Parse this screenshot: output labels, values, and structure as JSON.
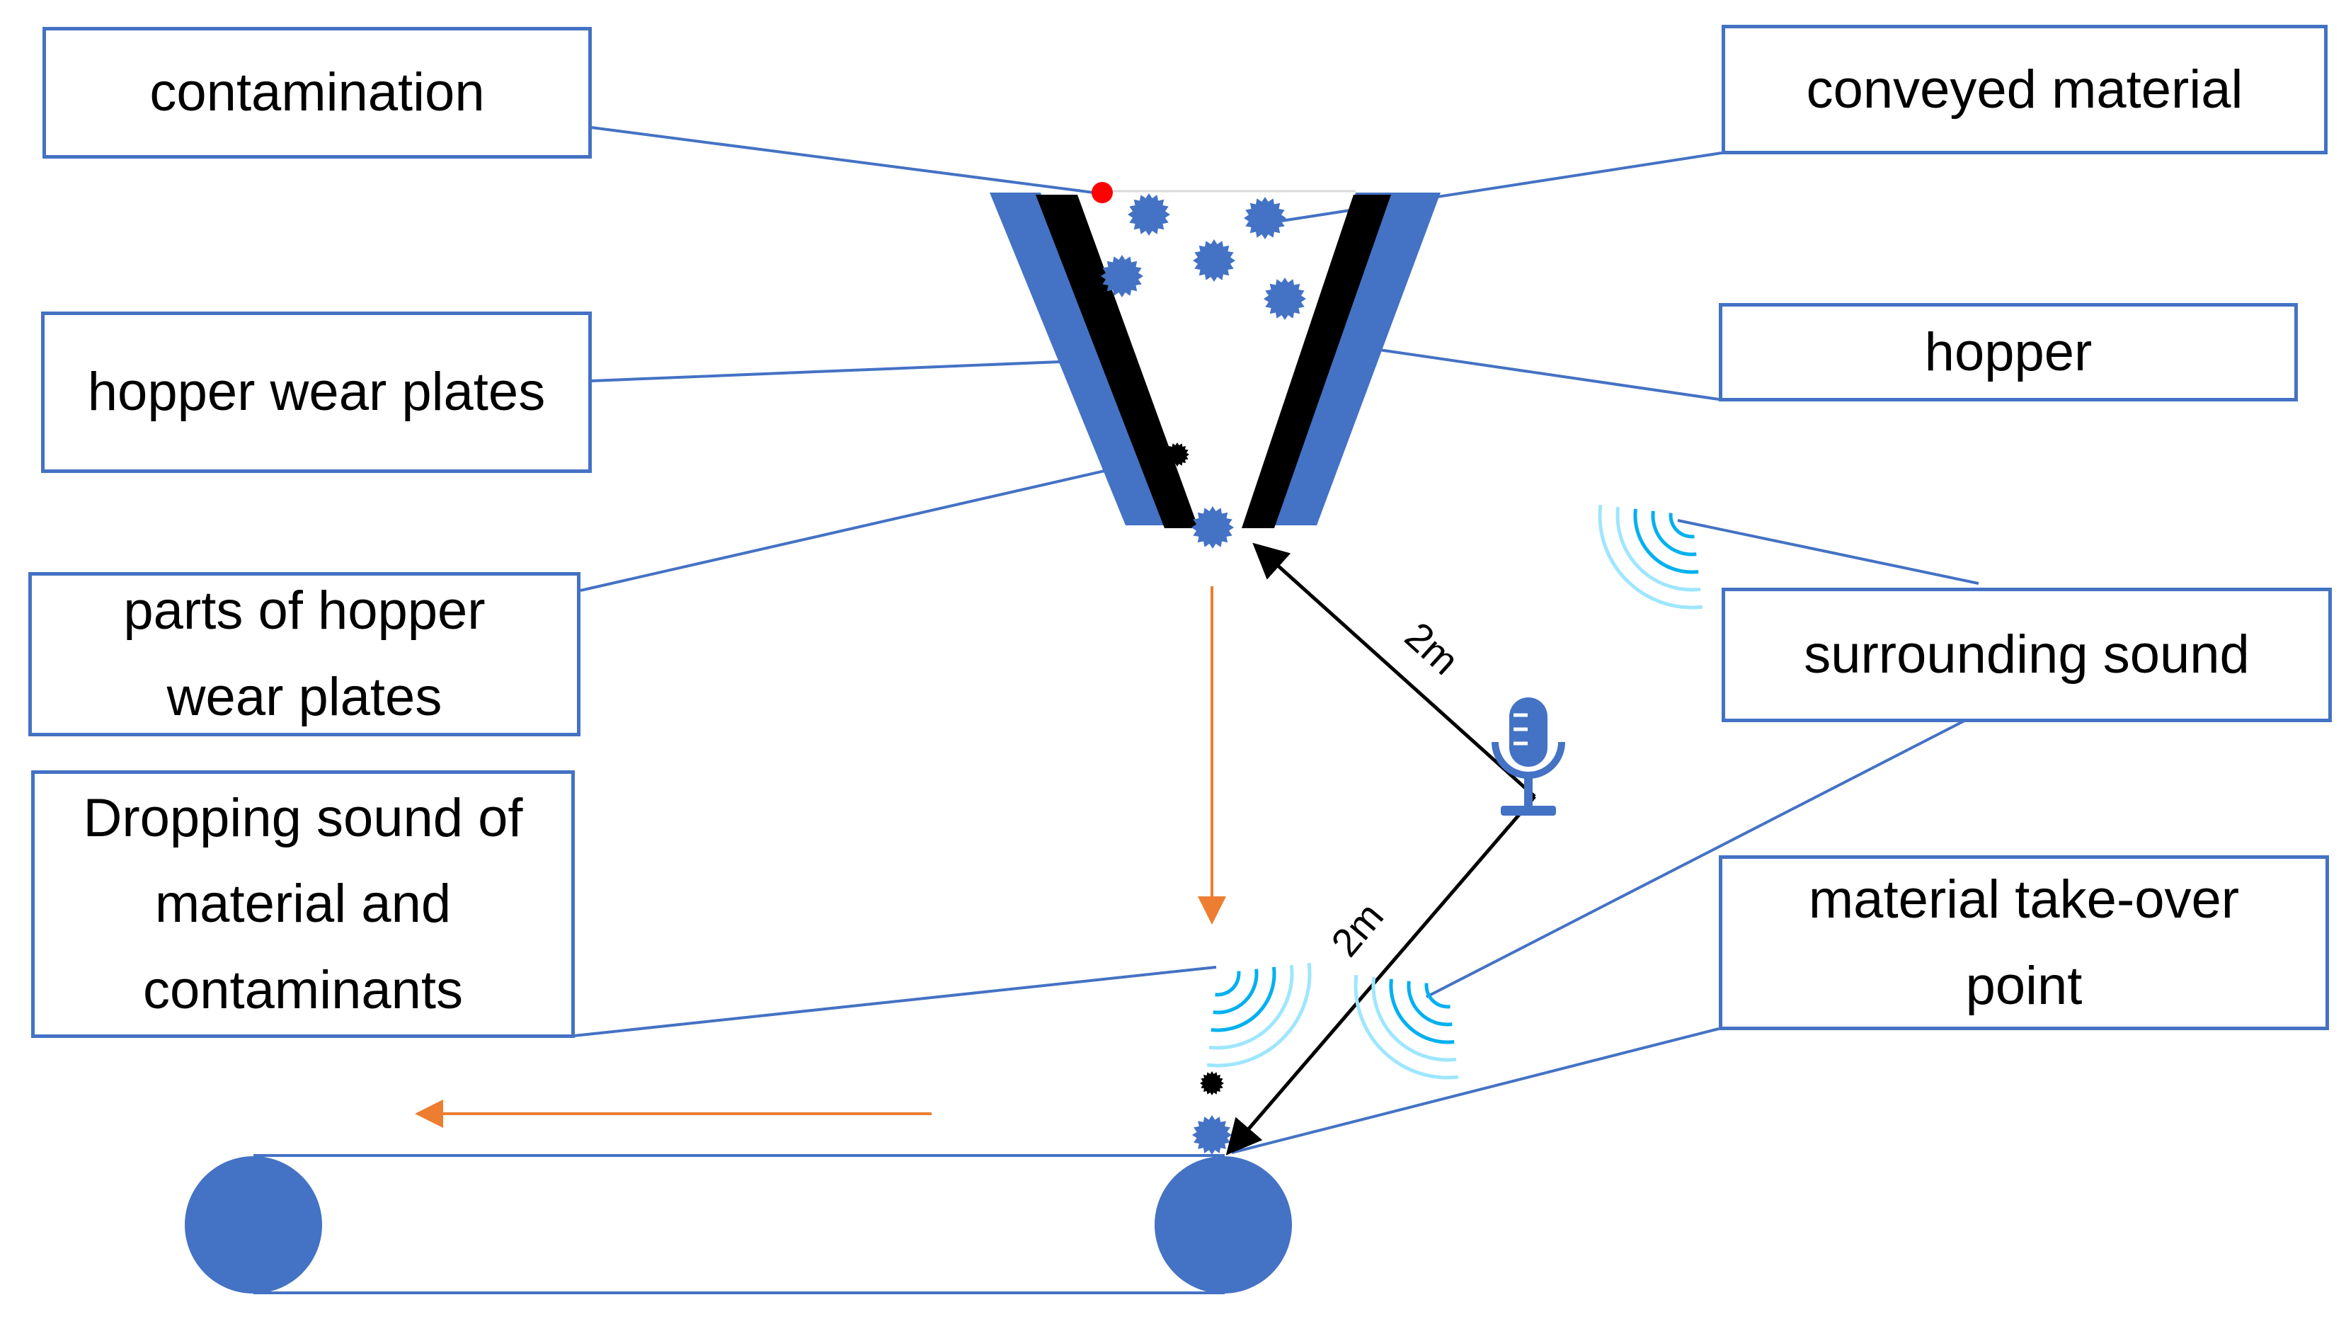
{
  "labels": {
    "contamination": "contamination",
    "conveyed_material": "conveyed material",
    "hopper_wear_plates": "hopper wear plates",
    "hopper": "hopper",
    "parts_of_wear_plates": "parts of hopper wear plates",
    "surrounding_sound": "surrounding sound",
    "dropping_sound": "Dropping sound of material and contaminants",
    "take_over_point": "material take-over point"
  },
  "distances": {
    "to_hopper": "2m",
    "to_take_over": "2m"
  },
  "icons": {
    "microphone": "microphone-icon",
    "sound_waves": "sound-waves-icon",
    "material_particle": "gear-particle-icon"
  },
  "colors": {
    "accent": "#4472c4",
    "wear_plate": "#000000",
    "contamination": "#ff0000",
    "flow_arrow": "#ed7d31",
    "sound_wave": "#00b0f0"
  }
}
